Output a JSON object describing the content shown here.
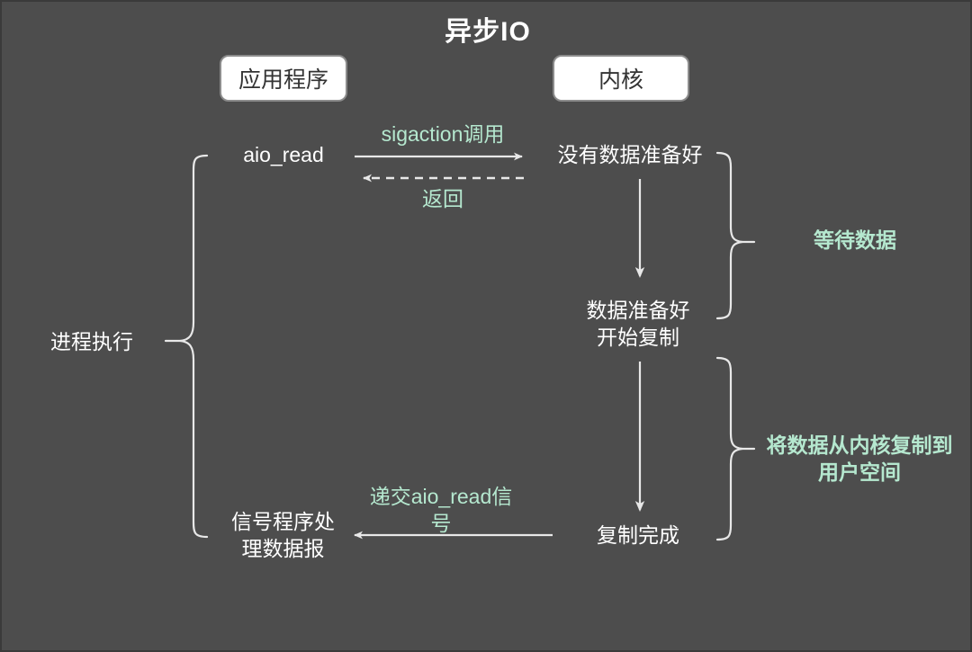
{
  "diagram": {
    "title": "异步IO",
    "background_color": "#4d4d4d",
    "text_color": "#ffffff",
    "accent_color": "#b5e8cf"
  },
  "roles": {
    "application": "应用程序",
    "kernel": "内核"
  },
  "left_column": {
    "process_label": "进程执行",
    "step_call": "aio_read",
    "step_signal_handler": "信号程序处\n理数据报"
  },
  "kernel_column": {
    "no_data_ready": "没有数据准备好",
    "data_ready_copying": "数据准备好\n开始复制",
    "copy_complete": "复制完成"
  },
  "arrows": {
    "sigaction_call": "sigaction调用",
    "return": "返回",
    "deliver_signal": "递交aio_read信\n号"
  },
  "right_annotations": {
    "waiting_for_data": "等待数据",
    "copy_kernel_to_user": "将数据从内核复制到\n用户空间"
  }
}
